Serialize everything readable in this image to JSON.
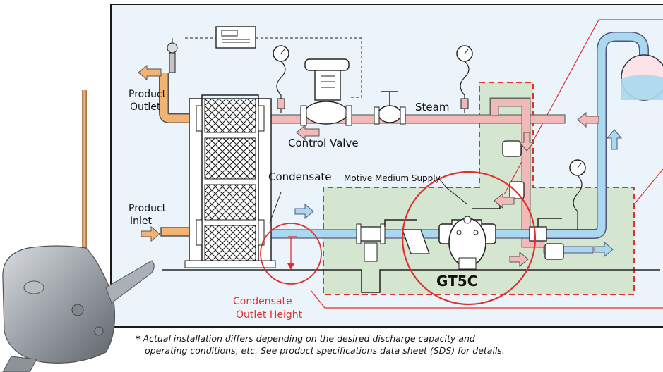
{
  "labels": {
    "product_outlet": [
      "Product",
      "Outlet"
    ],
    "product_inlet": [
      "Product",
      "Inlet"
    ],
    "steam": "Steam",
    "control_valve": "Control Valve",
    "condensate": "Condensate",
    "motive_medium_supply": "Motive Medium Supply",
    "model": "GT5C",
    "condensate_outlet_height": [
      "Condensate",
      "Outlet Height"
    ]
  },
  "footnote": {
    "star": "*",
    "line1": "Actual installation differs depending on the desired discharge capacity and",
    "line2": "operating conditions, etc. See product specifications data sheet (SDS) for details."
  },
  "colors": {
    "panel_bg": "#eaf4fa",
    "frame": "#1a1a1a",
    "steam_pipe": "#f2b9b9",
    "condensate_pipe": "#a9d8f0",
    "product_pipe": "#f3b473",
    "highlight_zone": "#d5e6d0",
    "highlight_border": "#e0302e",
    "callout": "#e0302e"
  }
}
